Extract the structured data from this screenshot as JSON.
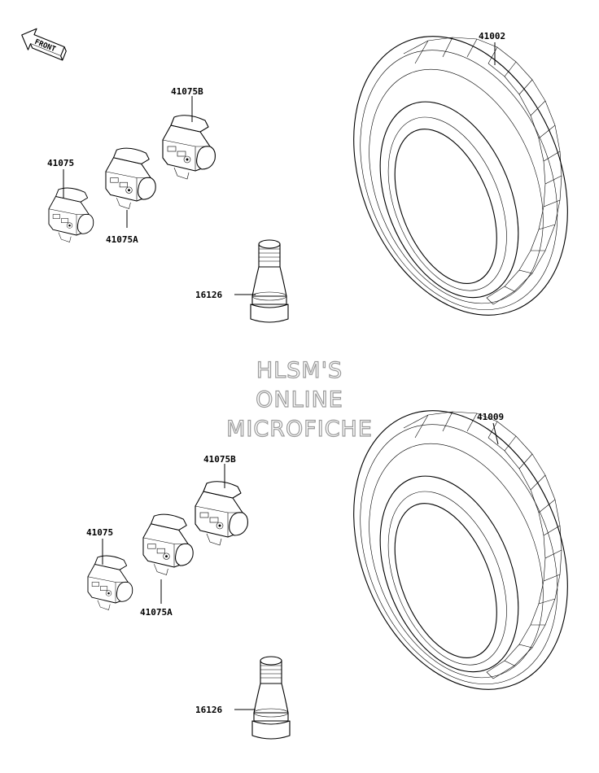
{
  "front_arrow": {
    "label": "FRONT"
  },
  "watermark": {
    "line1": "HLSM'S",
    "line2": "ONLINE",
    "line3": "MICROFICHE"
  },
  "callouts": {
    "tire_front": "41002",
    "tire_rear": "41009",
    "weight_b_top": "41075B",
    "weight_top": "41075",
    "weight_a_top": "41075A",
    "valve_top": "16126",
    "weight_b_bottom": "41075B",
    "weight_bottom": "41075",
    "weight_a_bottom": "41075A",
    "valve_bottom": "16126"
  }
}
